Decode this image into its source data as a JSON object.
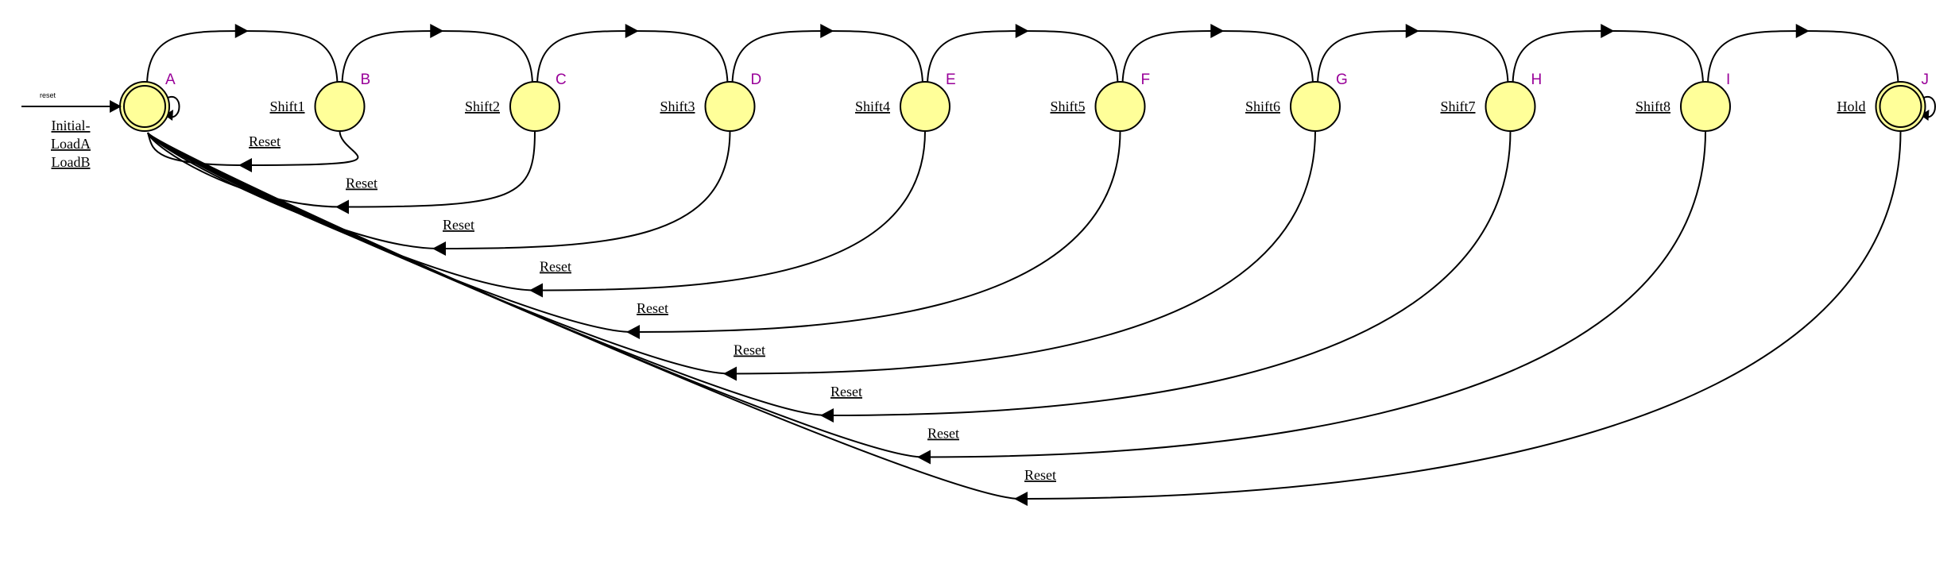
{
  "diagram": {
    "reset_input": "reset",
    "initial_state_output": [
      "Initial-",
      "LoadA",
      "LoadB"
    ],
    "states": [
      {
        "id": "A",
        "label": "A",
        "output": "",
        "accepting": true,
        "self_loop": true
      },
      {
        "id": "B",
        "label": "B",
        "output": "Shift1",
        "accepting": false,
        "self_loop": false
      },
      {
        "id": "C",
        "label": "C",
        "output": "Shift2",
        "accepting": false,
        "self_loop": false
      },
      {
        "id": "D",
        "label": "D",
        "output": "Shift3",
        "accepting": false,
        "self_loop": false
      },
      {
        "id": "E",
        "label": "E",
        "output": "Shift4",
        "accepting": false,
        "self_loop": false
      },
      {
        "id": "F",
        "label": "F",
        "output": "Shift5",
        "accepting": false,
        "self_loop": false
      },
      {
        "id": "G",
        "label": "G",
        "output": "Shift6",
        "accepting": false,
        "self_loop": false
      },
      {
        "id": "H",
        "label": "H",
        "output": "Shift7",
        "accepting": false,
        "self_loop": false
      },
      {
        "id": "I",
        "label": "I",
        "output": "Shift8",
        "accepting": false,
        "self_loop": false
      },
      {
        "id": "J",
        "label": "J",
        "output": "Hold",
        "accepting": true,
        "self_loop": true
      }
    ],
    "forward_transitions": [
      {
        "from": "A",
        "to": "B"
      },
      {
        "from": "B",
        "to": "C"
      },
      {
        "from": "C",
        "to": "D"
      },
      {
        "from": "D",
        "to": "E"
      },
      {
        "from": "E",
        "to": "F"
      },
      {
        "from": "F",
        "to": "G"
      },
      {
        "from": "G",
        "to": "H"
      },
      {
        "from": "H",
        "to": "I"
      },
      {
        "from": "I",
        "to": "J"
      }
    ],
    "reset_transitions": [
      {
        "from": "B",
        "to": "A",
        "label": "Reset"
      },
      {
        "from": "C",
        "to": "A",
        "label": "Reset"
      },
      {
        "from": "D",
        "to": "A",
        "label": "Reset"
      },
      {
        "from": "E",
        "to": "A",
        "label": "Reset"
      },
      {
        "from": "F",
        "to": "A",
        "label": "Reset"
      },
      {
        "from": "G",
        "to": "A",
        "label": "Reset"
      },
      {
        "from": "H",
        "to": "A",
        "label": "Reset"
      },
      {
        "from": "I",
        "to": "A",
        "label": "Reset"
      },
      {
        "from": "J",
        "to": "A",
        "label": "Reset"
      }
    ],
    "colors": {
      "state_fill": "#ffff99",
      "state_letter": "#990099",
      "edge": "#000000"
    }
  }
}
